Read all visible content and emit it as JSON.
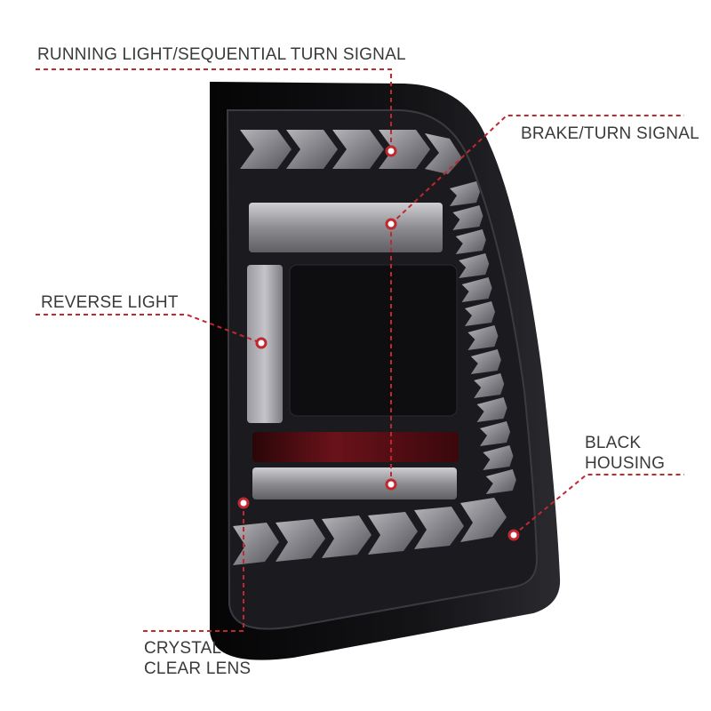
{
  "callouts": {
    "running": {
      "lines": [
        "RUNNING LIGHT/SEQUENTIAL TURN SIGNAL"
      ]
    },
    "brake": {
      "lines": [
        "BRAKE/TURN SIGNAL"
      ]
    },
    "reverse": {
      "lines": [
        "REVERSE LIGHT"
      ]
    },
    "housing": {
      "lines": [
        "BLACK",
        "HOUSING"
      ]
    },
    "lens": {
      "lines": [
        "CRYSTAL",
        "CLEAR LENS"
      ]
    }
  },
  "colors": {
    "callout_text": "#3a3a3a",
    "leader_line": "#c0282f",
    "housing": "#0c0c0e",
    "lens_smoke": "#1b1b1f",
    "led_bar": "#9a9a9e",
    "red_reflector": "#5a1015",
    "marker_dot": "#ffffff"
  }
}
